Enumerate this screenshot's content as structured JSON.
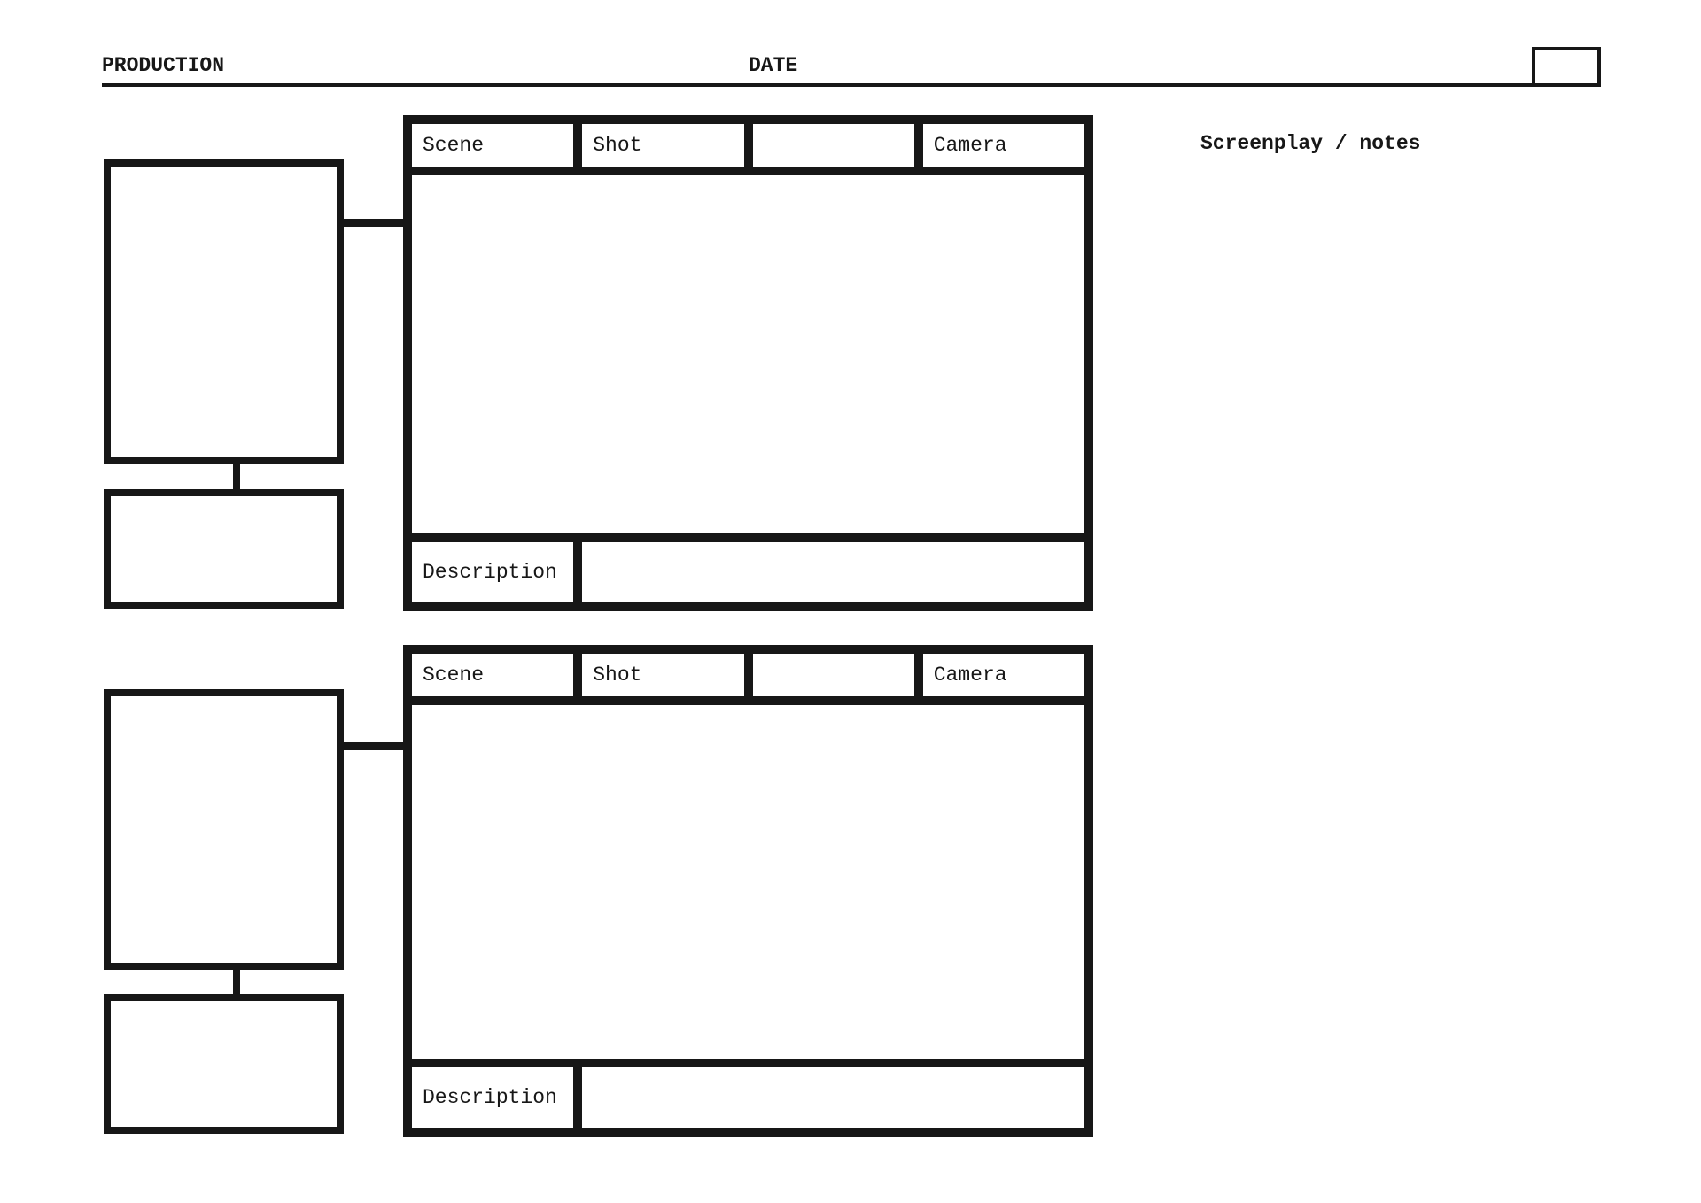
{
  "header": {
    "production_label": "PRODUCTION",
    "production_value": "",
    "date_label": "DATE",
    "date_value": "",
    "page_number_value": ""
  },
  "notes": {
    "label": "Screenplay / notes",
    "value": ""
  },
  "blocks": [
    {
      "scene_label": "Scene",
      "scene_value": "",
      "shot_label": "Shot",
      "shot_value": "",
      "extra_value": "",
      "camera_label": "Camera",
      "camera_value": "",
      "frame_sketch_value": "",
      "description_label": "Description",
      "description_value": "",
      "thumbnail_large_value": "",
      "thumbnail_small_value": ""
    },
    {
      "scene_label": "Scene",
      "scene_value": "",
      "shot_label": "Shot",
      "shot_value": "",
      "extra_value": "",
      "camera_label": "Camera",
      "camera_value": "",
      "frame_sketch_value": "",
      "description_label": "Description",
      "description_value": "",
      "thumbnail_large_value": "",
      "thumbnail_small_value": ""
    }
  ],
  "colors": {
    "ink": "#171717",
    "paper": "#ffffff"
  }
}
